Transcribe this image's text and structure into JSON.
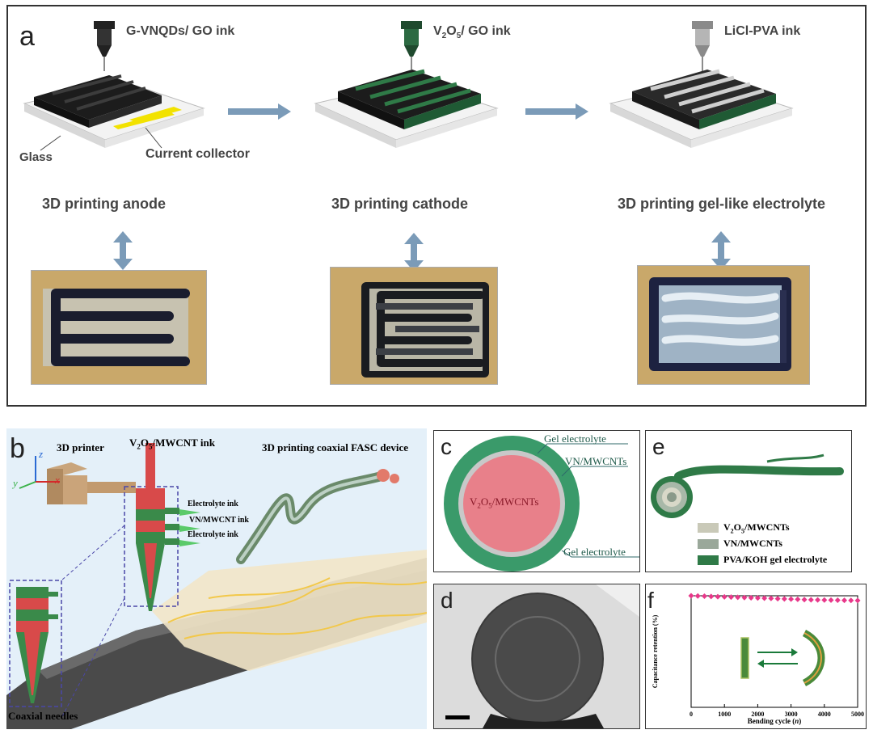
{
  "panel_a": {
    "letter": "a",
    "inks": [
      "G-VNQDs/ GO ink",
      "GO ink",
      "LiCl-PVA ink"
    ],
    "v2o5_prefix": "V",
    "v2o5_sub1": "2",
    "v2o5_mid": "O",
    "v2o5_sub2": "5",
    "v2o5_suffix": "/",
    "glass": "Glass",
    "collector": "Current collector",
    "steps": [
      "3D printing anode",
      "3D printing cathode",
      "3D printing gel-like electrolyte"
    ]
  },
  "panel_b": {
    "letter": "b",
    "printer": "3D printer",
    "ink_title_prefix": "V",
    "ink_title_sub1": "2",
    "ink_title_mid": "O",
    "ink_title_sub2": "5",
    "ink_title_suffix": "/MWCNT ink",
    "device": "3D printing coaxial FASC device",
    "inks": [
      "Electrolyte ink",
      "VN/MWCNT ink",
      "Electrolyte ink"
    ],
    "needles": "Coaxial needles",
    "axes": {
      "z": "z",
      "y": "y",
      "x": "x"
    }
  },
  "panel_c": {
    "letter": "c",
    "gel_top": "Gel electrolyte",
    "vn": "VN/MWCNTs",
    "core_prefix": "V",
    "core_sub1": "2",
    "core_mid": "O",
    "core_sub2": "5",
    "core_suffix": "/MWCNTs",
    "gel_bottom": "Gel electrolyte"
  },
  "panel_d": {
    "letter": "d"
  },
  "panel_e": {
    "letter": "e",
    "legend": [
      {
        "prefix": "V",
        "sub1": "2",
        "mid": "O",
        "sub2": "5",
        "suffix": "/MWCNTs"
      },
      {
        "text": "VN/MWCNTs"
      },
      {
        "text": "PVA/KOH gel electrolyte"
      }
    ]
  },
  "panel_f": {
    "letter": "f",
    "chart_data": {
      "type": "scatter",
      "ylabel": "Capacitance retention (%)",
      "xlabel_prefix": "Bending cycle (",
      "xlabel_var": "n",
      "xlabel_suffix": ")",
      "xticks": [
        "0",
        "1000",
        "2000",
        "3000",
        "4000",
        "5000"
      ],
      "xlim": [
        0,
        5000
      ],
      "ylim": [
        0,
        100
      ],
      "color": "#e8388a",
      "x": [
        0,
        200,
        400,
        600,
        800,
        1000,
        1200,
        1400,
        1600,
        1800,
        2000,
        2200,
        2400,
        2600,
        2800,
        3000,
        3200,
        3400,
        3600,
        3800,
        4000,
        4200,
        4400,
        4600,
        4800,
        5000
      ],
      "y": [
        100,
        99.8,
        99.6,
        99.4,
        99.2,
        99,
        98.8,
        98.6,
        98.4,
        98.2,
        98,
        97.8,
        97.6,
        97.4,
        97.2,
        97,
        96.8,
        96.6,
        96.4,
        96.3,
        96.2,
        96.1,
        96,
        95.9,
        95.8,
        95.7
      ]
    }
  }
}
